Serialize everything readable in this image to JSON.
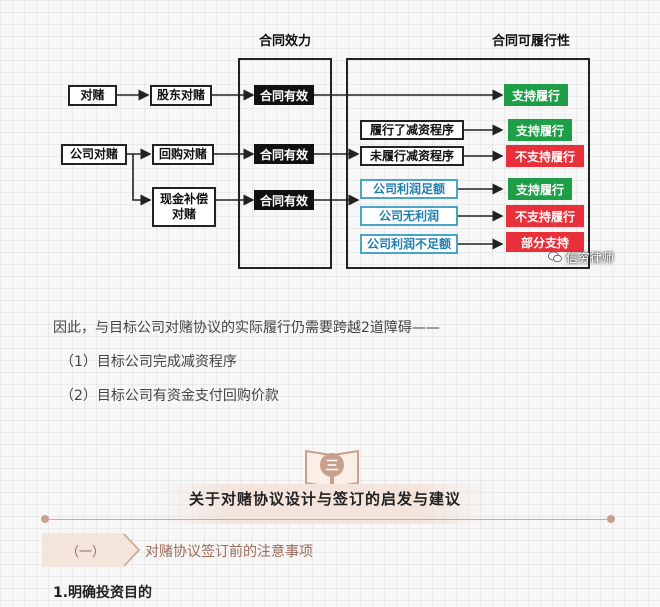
{
  "diagram": {
    "header_validity": "合同效力",
    "header_performability": "合同可履行性",
    "left_labels": [
      "对赌",
      "公司对赌"
    ],
    "types": [
      "股东对赌",
      "回购对赌",
      "现金补偿\n对赌"
    ],
    "validity_labels": [
      "合同有效",
      "合同有效",
      "合同有效"
    ],
    "conditions": [
      "履行了减资程序",
      "未履行减资程序",
      "公司利润足额",
      "公司无利润",
      "公司利润不足额"
    ],
    "results": [
      "支持履行",
      "支持履行",
      "不支持履行",
      "支持履行",
      "不支持履行",
      "部分支持"
    ],
    "watermark": "信穷律师",
    "colors": {
      "support": "#1f9e48",
      "no_support": "#e8303a",
      "condition_border": "#4aa3c8"
    }
  },
  "body": {
    "paragraph": "因此，与目标公司对赌协议的实际履行仍需要跨越2道障碍——",
    "items": [
      "（1）目标公司完成减资程序",
      "（2）目标公司有资金支付回购价款"
    ]
  },
  "section": {
    "number": "三",
    "title": "关于对赌协议设计与签订的启发与建议",
    "tag_label": "（一）",
    "subtitle": "对赌协议签订前的注意事项",
    "heading": "1.明确投资目的"
  }
}
